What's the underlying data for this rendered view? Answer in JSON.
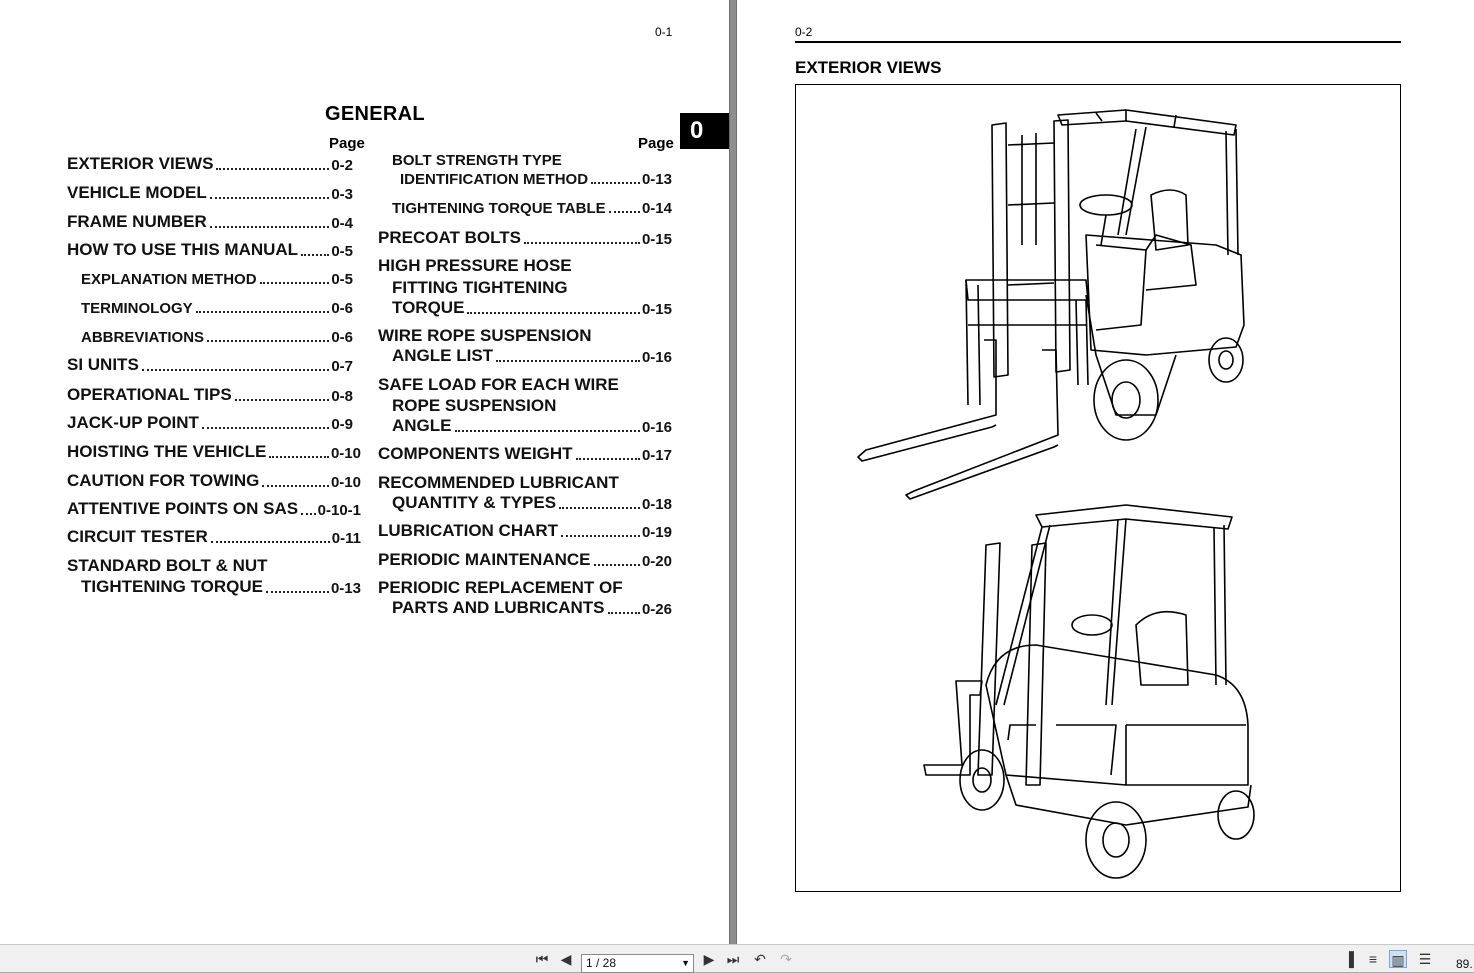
{
  "left_page": {
    "page_number": "0-1",
    "title": "GENERAL",
    "section_tab": "0",
    "page_header_left": "Page",
    "page_header_right": "Page",
    "col1": [
      {
        "label": "EXTERIOR VIEWS",
        "page": "0-2"
      },
      {
        "label": "VEHICLE MODEL",
        "page": "0-3"
      },
      {
        "label": "FRAME NUMBER",
        "page": "0-4"
      },
      {
        "label": "HOW TO USE THIS MANUAL",
        "page": "0-5"
      },
      {
        "label": "EXPLANATION METHOD",
        "page": "0-5"
      },
      {
        "label": "TERMINOLOGY",
        "page": "0-6"
      },
      {
        "label": "ABBREVIATIONS",
        "page": "0-6"
      },
      {
        "label": "SI UNITS",
        "page": "0-7"
      },
      {
        "label": "OPERATIONAL TIPS",
        "page": "0-8"
      },
      {
        "label": "JACK-UP POINT",
        "page": "0-9"
      },
      {
        "label": "HOISTING THE VEHICLE",
        "page": "0-10"
      },
      {
        "label": "CAUTION FOR TOWING",
        "page": "0-10"
      },
      {
        "label": "ATTENTIVE POINTS ON SAS",
        "page": "0-10-1"
      },
      {
        "label": "CIRCUIT TESTER",
        "page": "0-11"
      },
      {
        "label": "STANDARD BOLT & NUT",
        "label2": "TIGHTENING TORQUE",
        "page": "0-13"
      }
    ],
    "col2": [
      {
        "label": "BOLT STRENGTH TYPE",
        "label2": "IDENTIFICATION METHOD",
        "page": "0-13"
      },
      {
        "label": "TIGHTENING TORQUE TABLE",
        "page": "0-14"
      },
      {
        "label": "PRECOAT BOLTS",
        "page": "0-15"
      },
      {
        "label": "HIGH PRESSURE HOSE",
        "label2": "FITTING TIGHTENING",
        "label3": "TORQUE",
        "page": "0-15"
      },
      {
        "label": "WIRE ROPE SUSPENSION",
        "label2": "ANGLE LIST",
        "page": "0-16"
      },
      {
        "label": "SAFE LOAD FOR EACH WIRE",
        "label2": "ROPE SUSPENSION",
        "label3": "ANGLE",
        "page": "0-16"
      },
      {
        "label": "COMPONENTS WEIGHT",
        "page": "0-17"
      },
      {
        "label": "RECOMMENDED LUBRICANT",
        "label2": "QUANTITY & TYPES",
        "page": "0-18"
      },
      {
        "label": "LUBRICATION CHART",
        "page": "0-19"
      },
      {
        "label": "PERIODIC MAINTENANCE",
        "page": "0-20"
      },
      {
        "label": "PERIODIC REPLACEMENT OF",
        "label2": "PARTS AND LUBRICANTS",
        "page": "0-26"
      }
    ]
  },
  "right_page": {
    "page_number": "0-2",
    "heading": "EXTERIOR VIEWS",
    "figure_icon": "forklift-illustration"
  },
  "toolbar": {
    "page_indicator": "1 / 28",
    "zoom": "89.",
    "icons": [
      "first-page-icon",
      "prev-page-icon",
      "next-page-icon",
      "last-page-icon",
      "prev-view-icon",
      "next-view-icon",
      "single-page-icon",
      "continuous-icon",
      "two-page-icon",
      "two-page-continuous-icon"
    ]
  }
}
